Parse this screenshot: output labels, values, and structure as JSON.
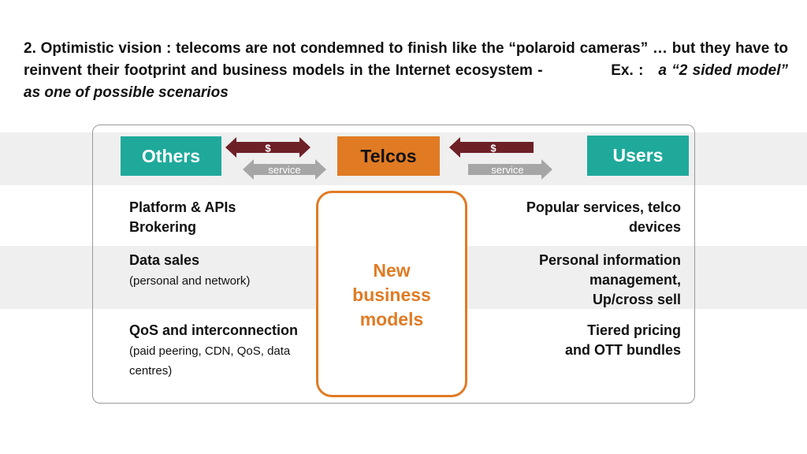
{
  "heading": {
    "line": "2. Optimistic vision : telecoms are not condemned to finish like the  “polaroid cameras” … but they have to reinvent their footprint and business models  in the Internet ecosystem -",
    "ex_label": "Ex.  :",
    "ex_text": "a “2 sided model” as one of possible scenarios"
  },
  "boxes": {
    "others": "Others",
    "telcos": "Telcos",
    "users": "Users"
  },
  "arrows": {
    "money": "$",
    "service": "service"
  },
  "left_items": [
    {
      "title": "Platform & APIs Brokering",
      "note": ""
    },
    {
      "title": "Data sales",
      "note": "(personal and network)"
    },
    {
      "title": "QoS and interconnection",
      "note": "(paid peering, CDN, QoS, data centres)"
    }
  ],
  "right_items": [
    "Popular services, telco devices",
    "Personal information management,",
    "Up/cross sell",
    "Tiered pricing",
    "and OTT bundles"
  ],
  "center": [
    "New",
    "business",
    "models"
  ],
  "colors": {
    "teal": "#1fa99b",
    "orange": "#e07b24",
    "money_arrow": "#6e2027",
    "service_arrow": "#a6a6a6",
    "band": "#efefef"
  }
}
